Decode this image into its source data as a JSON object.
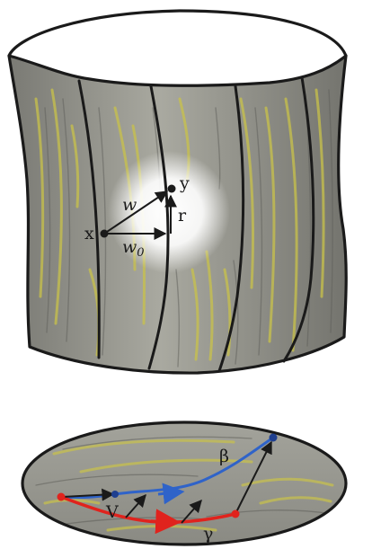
{
  "labels": {
    "x": "x",
    "y": "y",
    "w": "w",
    "w0_base": "w",
    "w0_sub": "0",
    "r": "r",
    "beta": "β",
    "gamma": "γ",
    "V": "V"
  },
  "colors": {
    "ink": "#1a1a1a",
    "surface_gray": "#8f8f8a",
    "surface_yellow": "#c9c24a",
    "curve_red": "#e0231d",
    "curve_blue": "#2f63c9",
    "highlight": "#ffffff"
  }
}
